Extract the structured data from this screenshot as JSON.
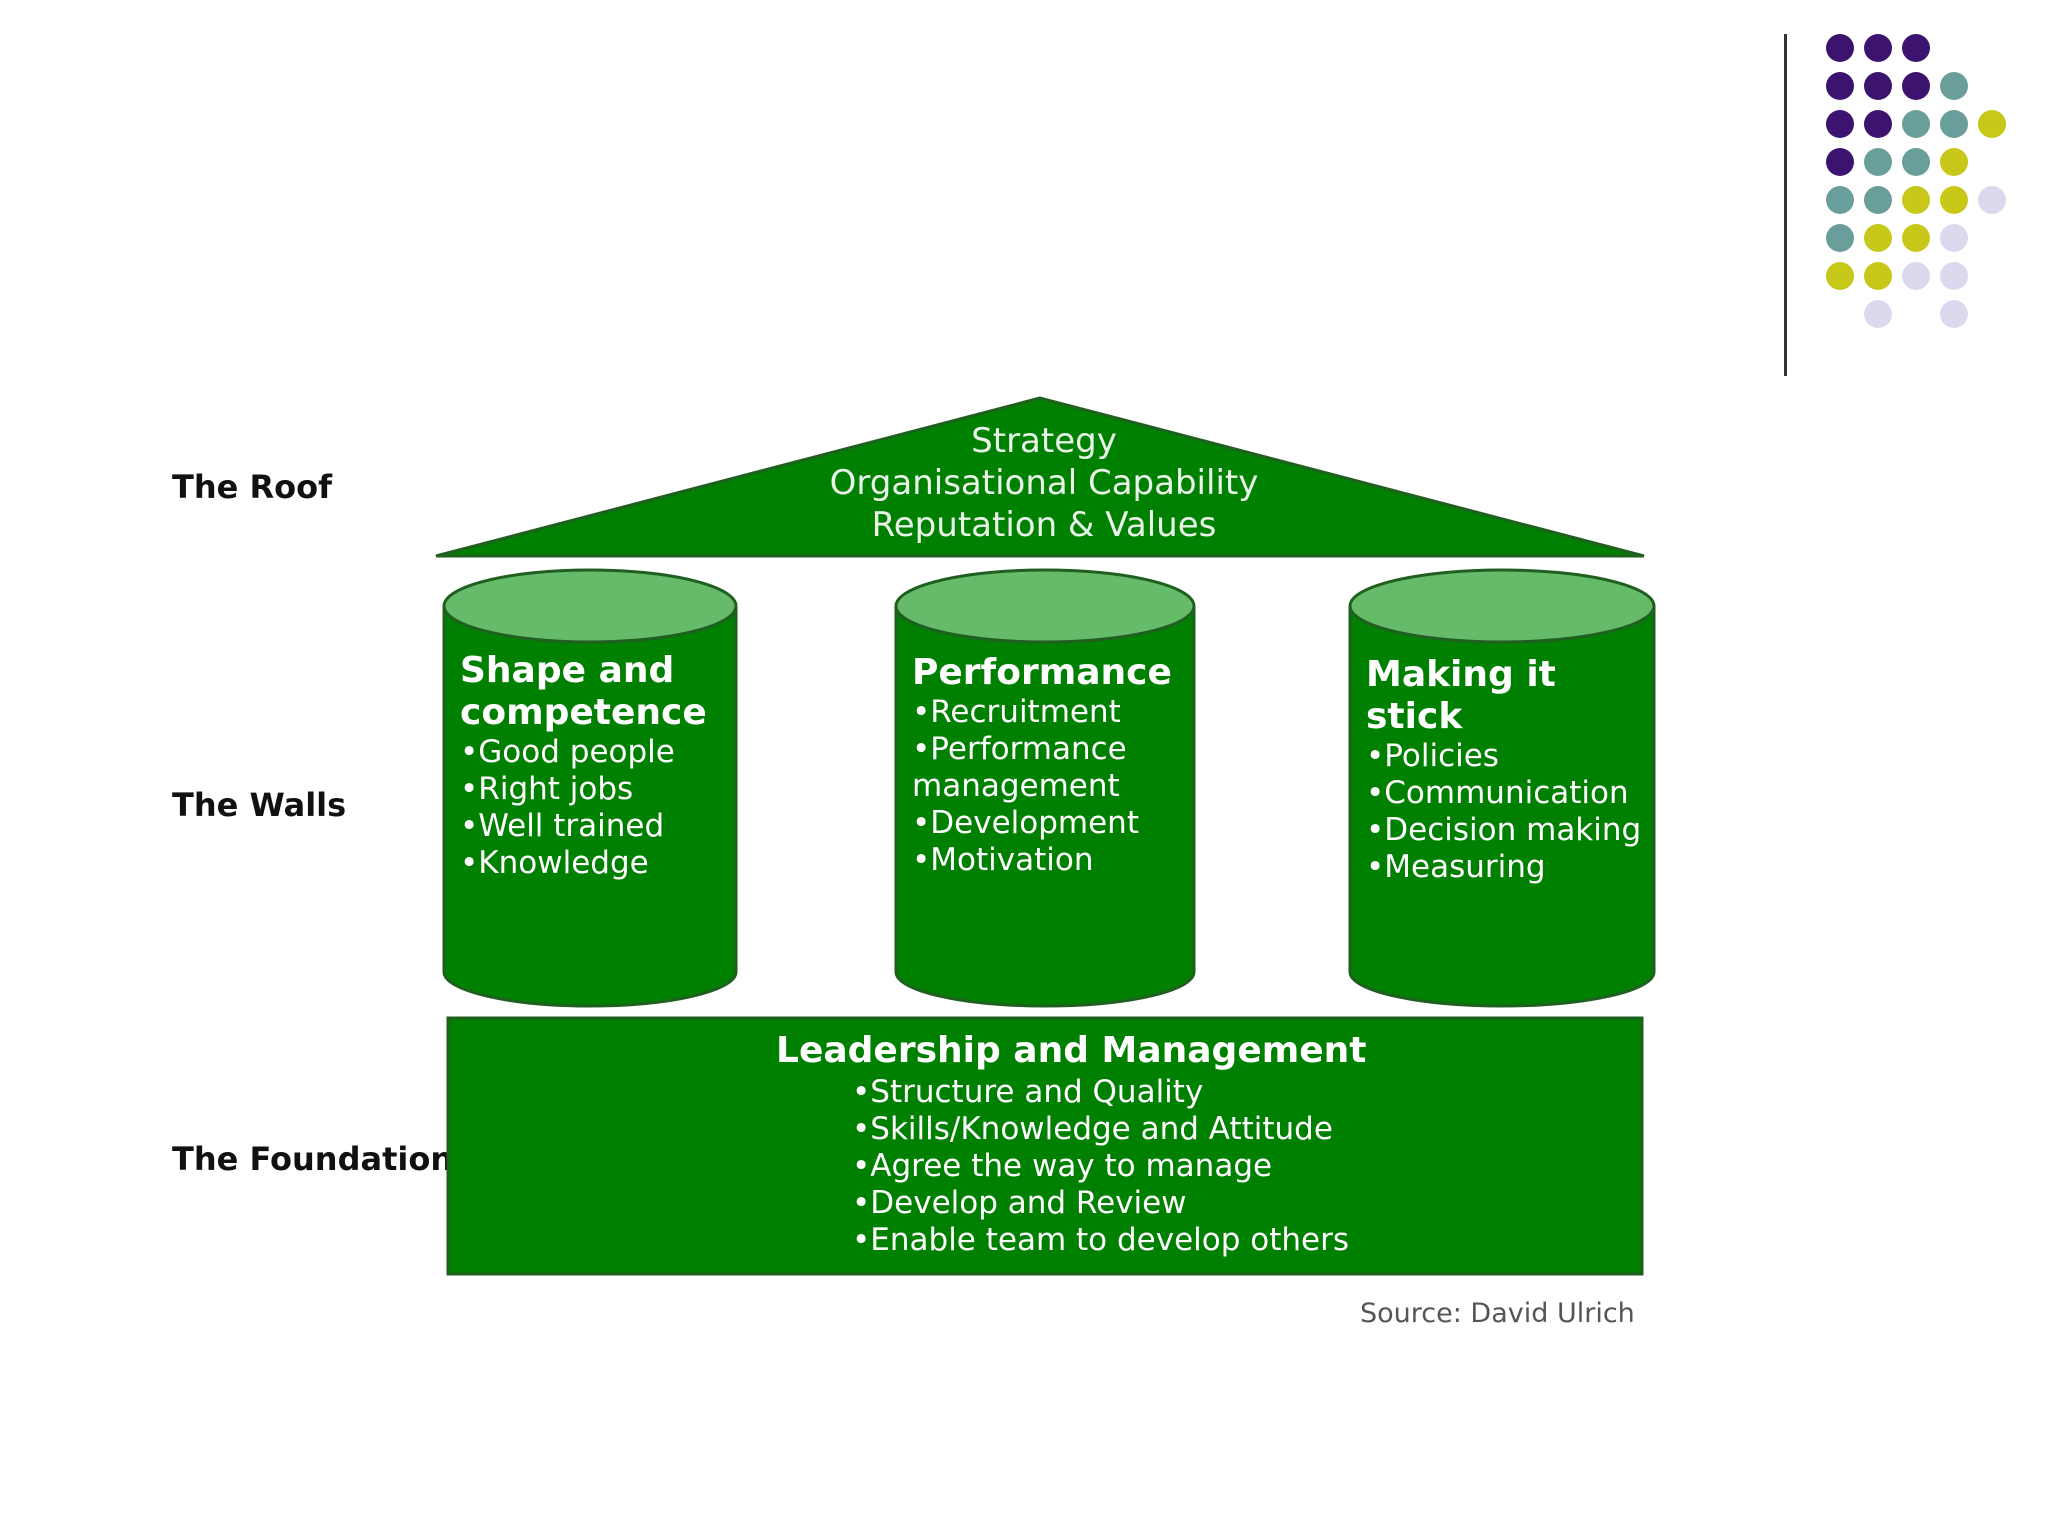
{
  "row_labels": {
    "roof": "The Roof",
    "walls": "The Walls",
    "foundation": "The Foundation"
  },
  "roof": {
    "lines": [
      "Strategy",
      "Organisational Capability",
      "Reputation & Values"
    ]
  },
  "pillars": [
    {
      "title": "Shape and competence",
      "title_lines": [
        "Shape and",
        "competence"
      ],
      "items": [
        "•Good people",
        "•Right jobs",
        "•Well trained",
        "•Knowledge"
      ]
    },
    {
      "title": "Performance",
      "title_lines": [
        "Performance"
      ],
      "items": [
        "•Recruitment",
        "•Performance",
        "management",
        "•Development",
        "•Motivation"
      ]
    },
    {
      "title": "Making it stick",
      "title_lines": [
        "Making it",
        "stick"
      ],
      "items": [
        "•Policies",
        "•Communication",
        "•Decision making",
        "•Measuring"
      ]
    }
  ],
  "foundation": {
    "title": "Leadership and Management",
    "items": [
      "•Structure and Quality",
      "•Skills/Knowledge and Attitude",
      "•Agree the way to manage",
      "•Develop and Review",
      "•Enable team to develop others"
    ]
  },
  "source": "Source: David Ulrich",
  "colors": {
    "green": "#008000",
    "green_top": "#66bb6a",
    "purple": "#3c1470",
    "teal": "#6a9e9a",
    "olive": "#c8c81a",
    "lavender": "#dcd8ee"
  }
}
